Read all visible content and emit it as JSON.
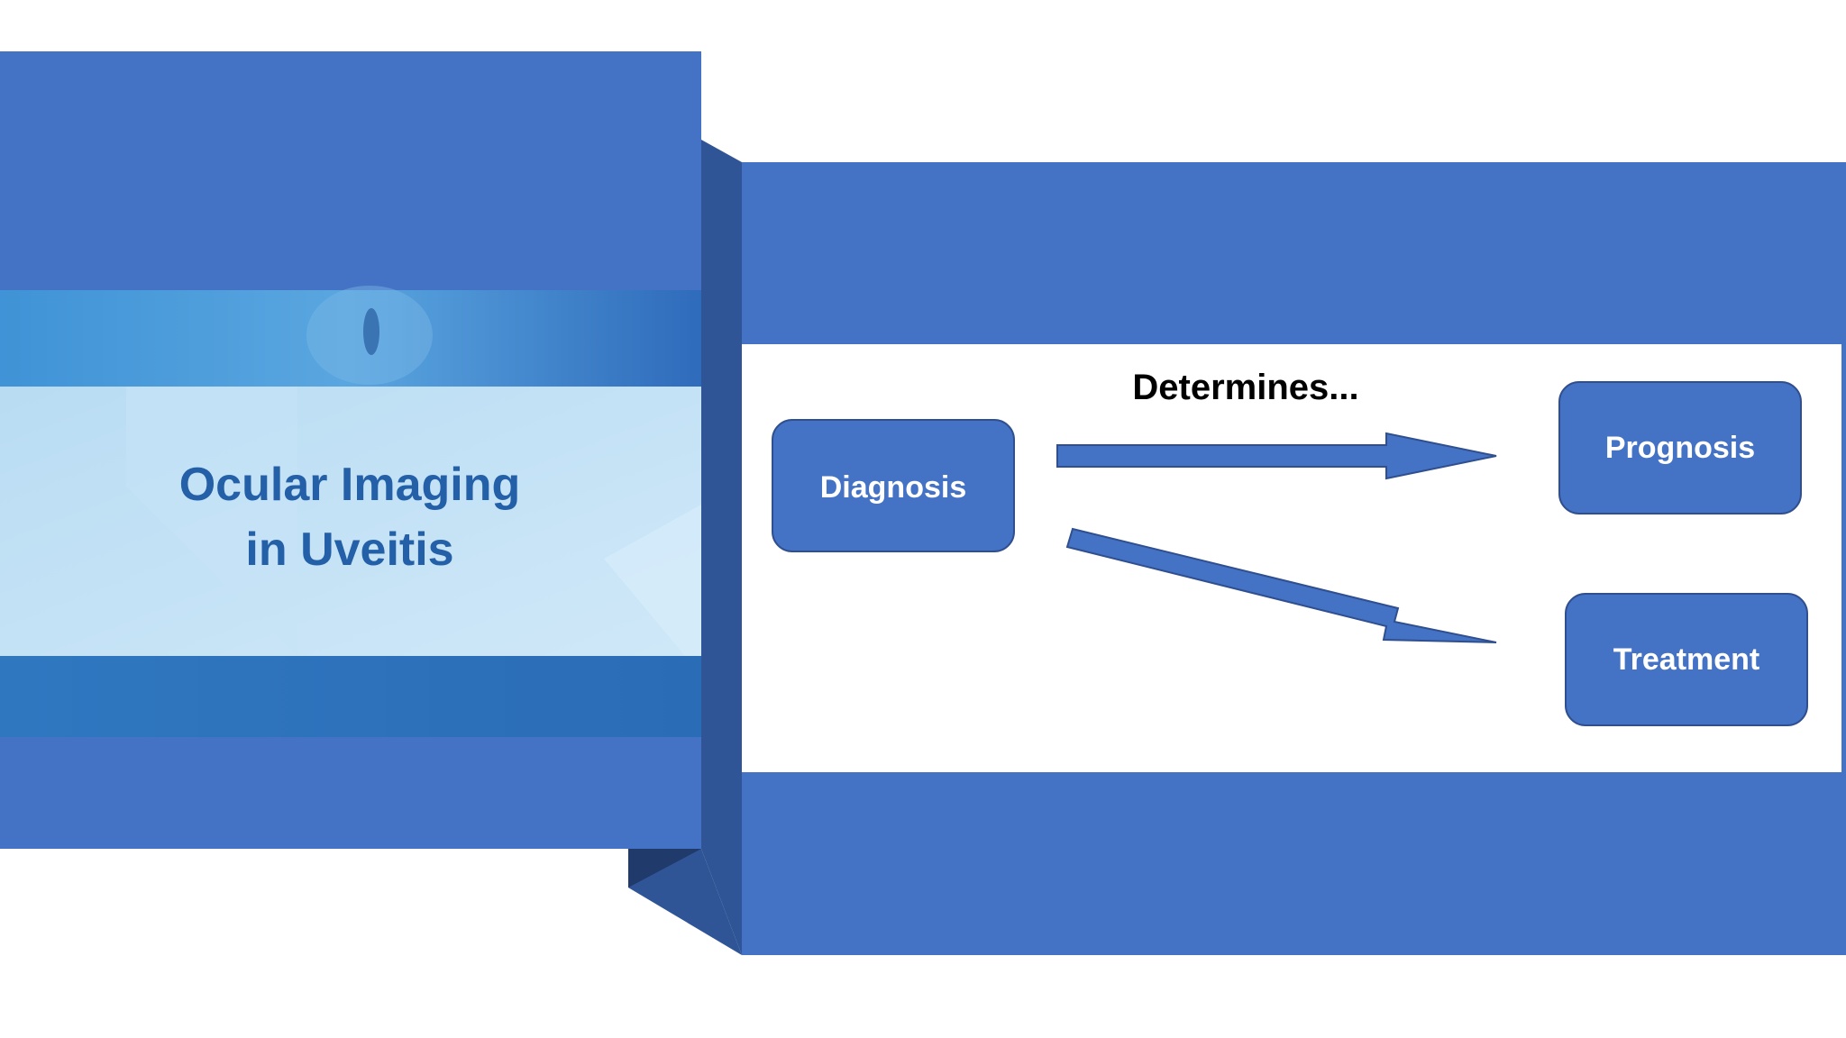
{
  "title_card": {
    "line1": "Ocular Imaging",
    "line2": "in Uveitis"
  },
  "diagram": {
    "connector_label": "Determines...",
    "source_node": "Diagnosis",
    "target_nodes": [
      "Prognosis",
      "Treatment"
    ]
  },
  "colors": {
    "panel_blue": "#4472c4",
    "panel_side_dark": "#2f5597",
    "title_blue": "#2460a8",
    "node_fill": "#4472c4",
    "node_border": "#2f4f8f"
  }
}
